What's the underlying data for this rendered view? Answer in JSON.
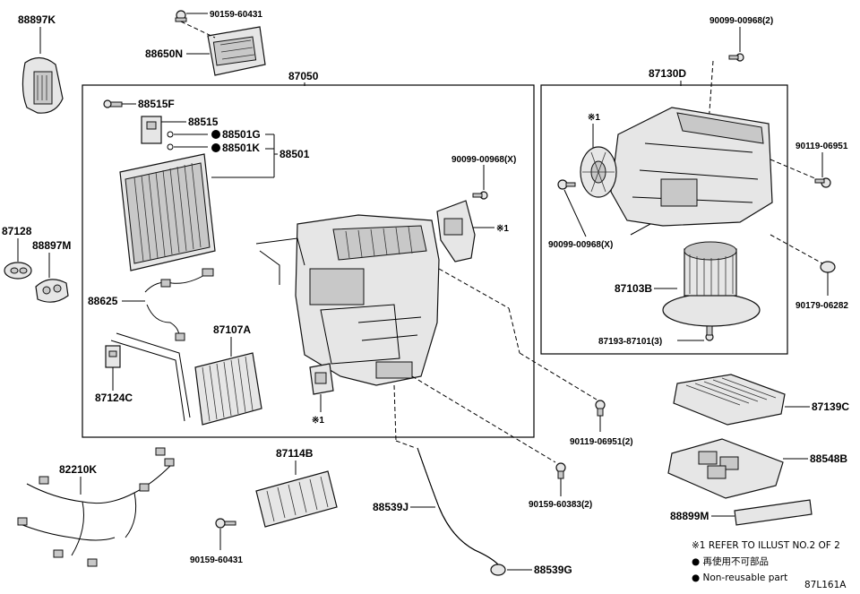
{
  "parts": {
    "p88897K": "88897K",
    "p90159_60431_top": "90159-60431",
    "p88650N": "88650N",
    "p87050": "87050",
    "p88515F": "88515F",
    "p88515": "88515",
    "p88501G": "88501G",
    "p88501K": "88501K",
    "p88501": "88501",
    "p90099_00968X_a": "90099-00968(X)",
    "p_ref1_a": "※1",
    "p87128": "87128",
    "p88897M": "88897M",
    "p88625": "88625",
    "p87107A": "87107A",
    "p87124C": "87124C",
    "p_ref1_b": "※1",
    "p90099_00968_2": "90099-00968(2)",
    "p87130D": "87130D",
    "p_ref1_c": "※1",
    "p90119_06951": "90119-06951",
    "p90099_00968X_b": "90099-00968(X)",
    "p87103B": "87103B",
    "p90179_06282": "90179-06282",
    "p87193_87101_3": "87193-87101(3)",
    "p90119_06951_2": "90119-06951(2)",
    "p87139C": "87139C",
    "p88548B": "88548B",
    "p88899M": "88899M",
    "p82210K": "82210K",
    "p87114B": "87114B",
    "p88539J": "88539J",
    "p90159_60383_2": "90159-60383(2)",
    "p90159_60431_bot": "90159-60431",
    "p88539G": "88539G"
  },
  "notes": {
    "ref": "※1 REFER TO ILLUST NO.2 OF 2",
    "jp": "● 再使用不可部品",
    "en": "● Non-reusable part",
    "code": "87L161A"
  }
}
